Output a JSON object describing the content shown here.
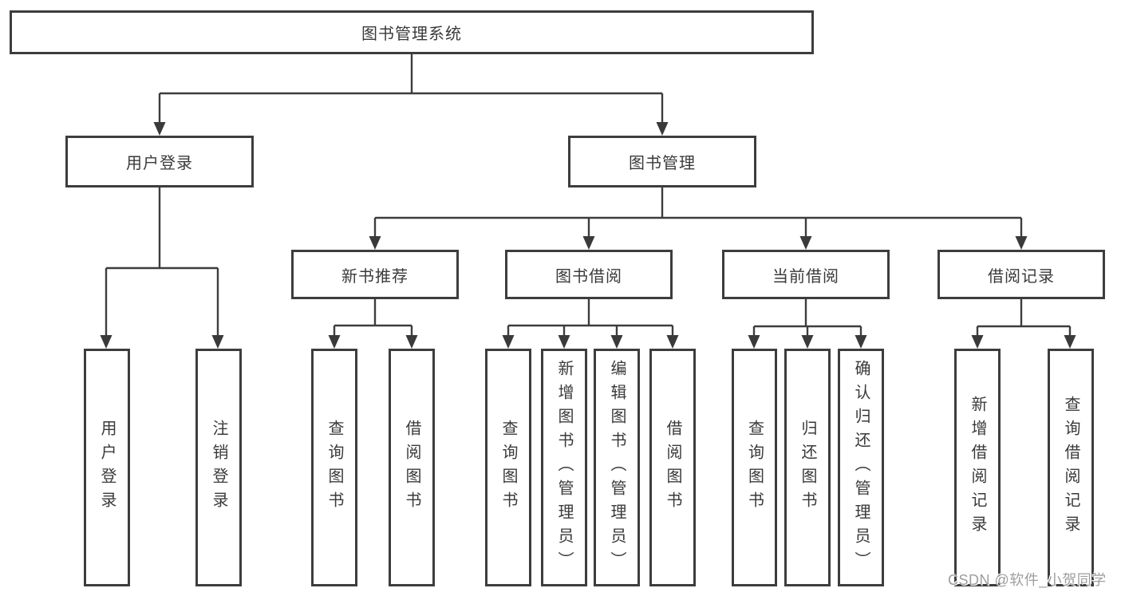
{
  "nodes": {
    "root": "图书管理系统",
    "user_login": "用户登录",
    "book_mgmt": "图书管理",
    "new_book_rec": "新书推荐",
    "book_borrow": "图书借阅",
    "current_borrow": "当前借阅",
    "borrow_records": "借阅记录",
    "leaf_user_login": "用户登录",
    "leaf_logout": "注销登录",
    "rec_query_book": "查询图书",
    "rec_borrow_book": "借阅图书",
    "bb_query_book": "查询图书",
    "bb_add_book": "新增图书（管理员）",
    "bb_edit_book": "编辑图书（管理员）",
    "bb_borrow_book": "借阅图书",
    "cb_query_book": "查询图书",
    "cb_return_book": "归还图书",
    "cb_confirm_return": "确认归还（管理员）",
    "br_add_record": "新增借阅记录",
    "br_query_record": "查询借阅记录"
  },
  "watermark": "CSDN @软件_小贺同学",
  "colors": {
    "line": "#3d3d3d",
    "text": "#3a3a3a",
    "watermark": "#9e9e9e",
    "background": "#ffffff"
  }
}
